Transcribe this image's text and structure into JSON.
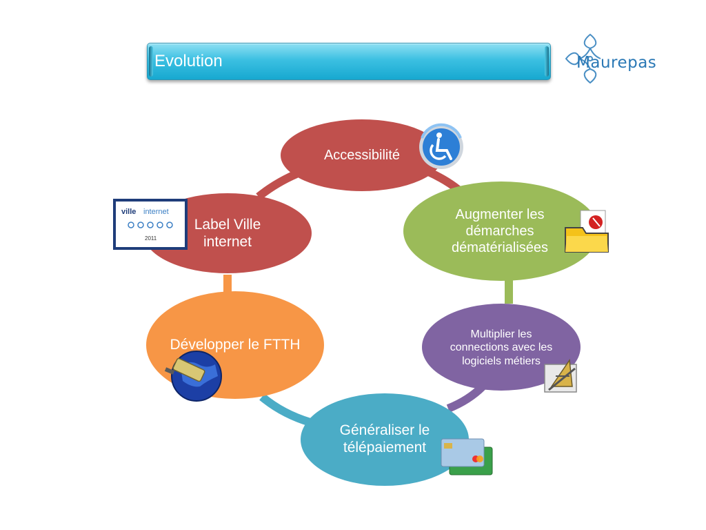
{
  "title": "Evolution",
  "logo": {
    "text": "Maurepas"
  },
  "nodes": [
    {
      "id": "accessibilite",
      "label": "Accessibilité",
      "color": "#c0504d"
    },
    {
      "id": "demarches",
      "label": "Augmenter les démarches dématérialisées",
      "color": "#9bbb59"
    },
    {
      "id": "logiciels",
      "label": "Multiplier les connections avec les logiciels métiers",
      "color": "#8064a2"
    },
    {
      "id": "telepaiement",
      "label": "Généraliser le télépaiement",
      "color": "#4bacc6"
    },
    {
      "id": "ftth",
      "label": "Développer le FTTH",
      "color": "#f79646"
    },
    {
      "id": "label_ville",
      "label": "Label Ville internet",
      "color": "#c0504d"
    }
  ],
  "badge": {
    "brand": "ville",
    "brand2": "internet",
    "year": "2011"
  },
  "icons": [
    "wheelchair-icon",
    "folder-icon",
    "drafting-tools-icon",
    "credit-card-icon",
    "globe-network-icon",
    "ville-internet-badge"
  ]
}
